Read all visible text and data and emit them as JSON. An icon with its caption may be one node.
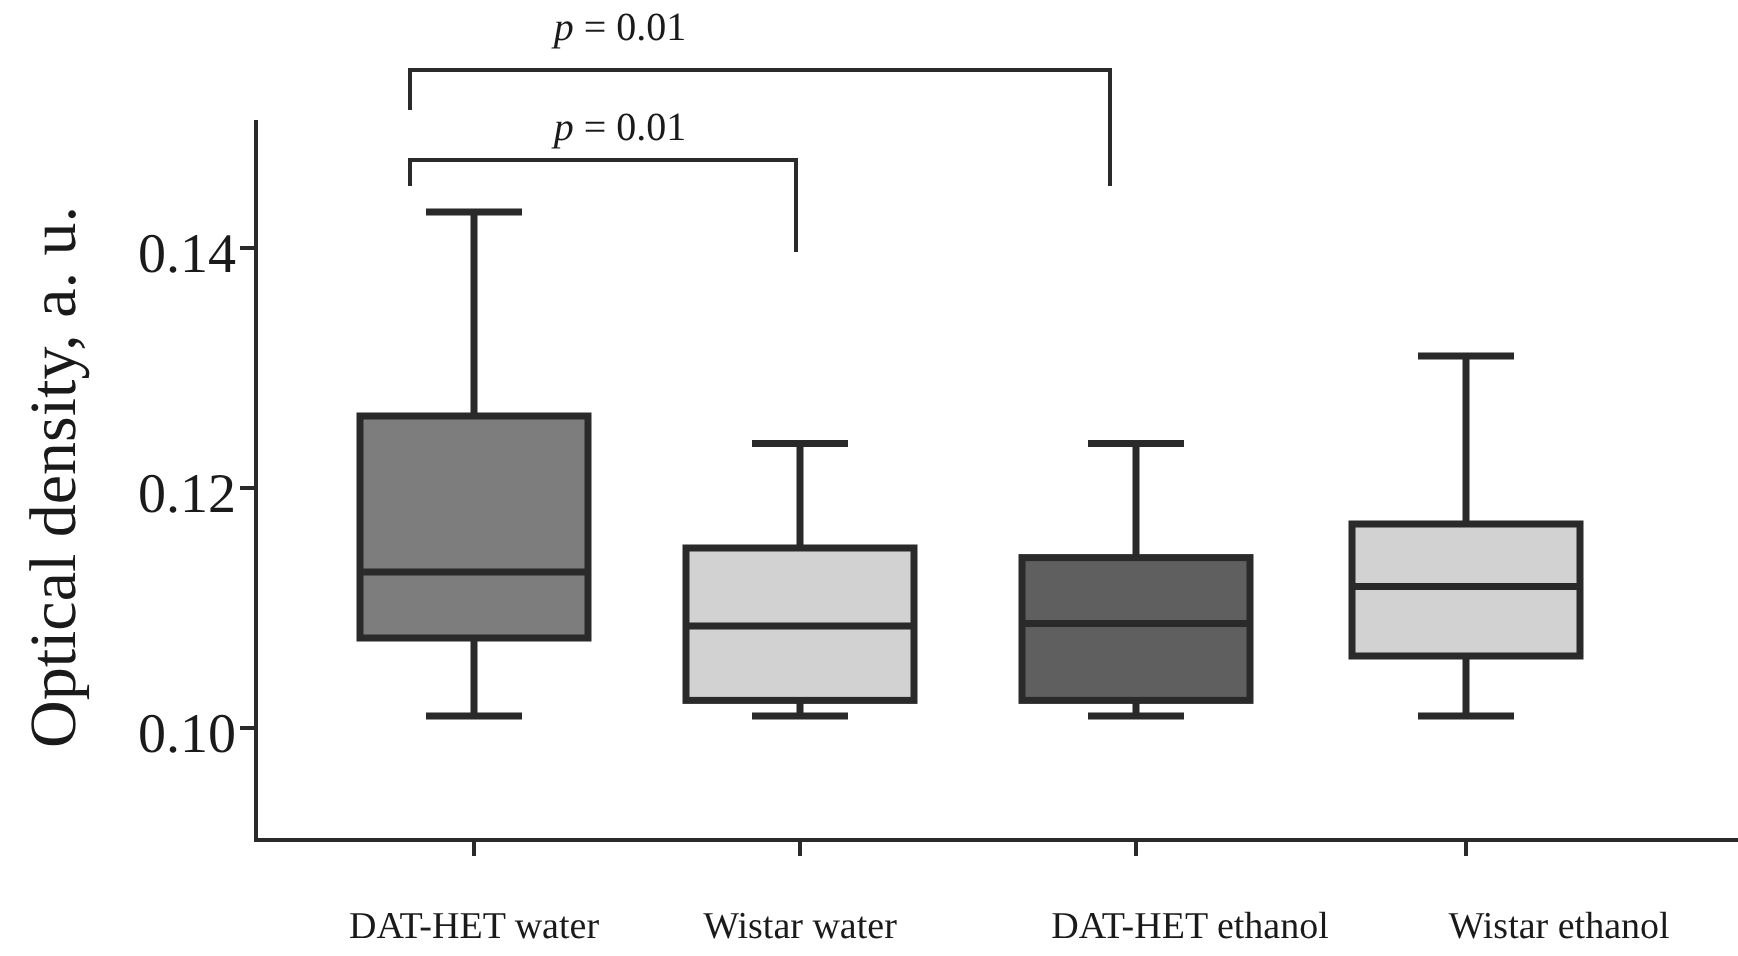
{
  "diagram": {
    "labels": [
      "*p* = 0.01",
      "*p* = 0.01",
      "Optical density, a. u.",
      "0.14",
      "0.12",
      "0.10",
      "DAT-HET water",
      "Wistar water",
      "DAT-HET ethanol",
      "Wistar ethanol"
    ]
  }
}
